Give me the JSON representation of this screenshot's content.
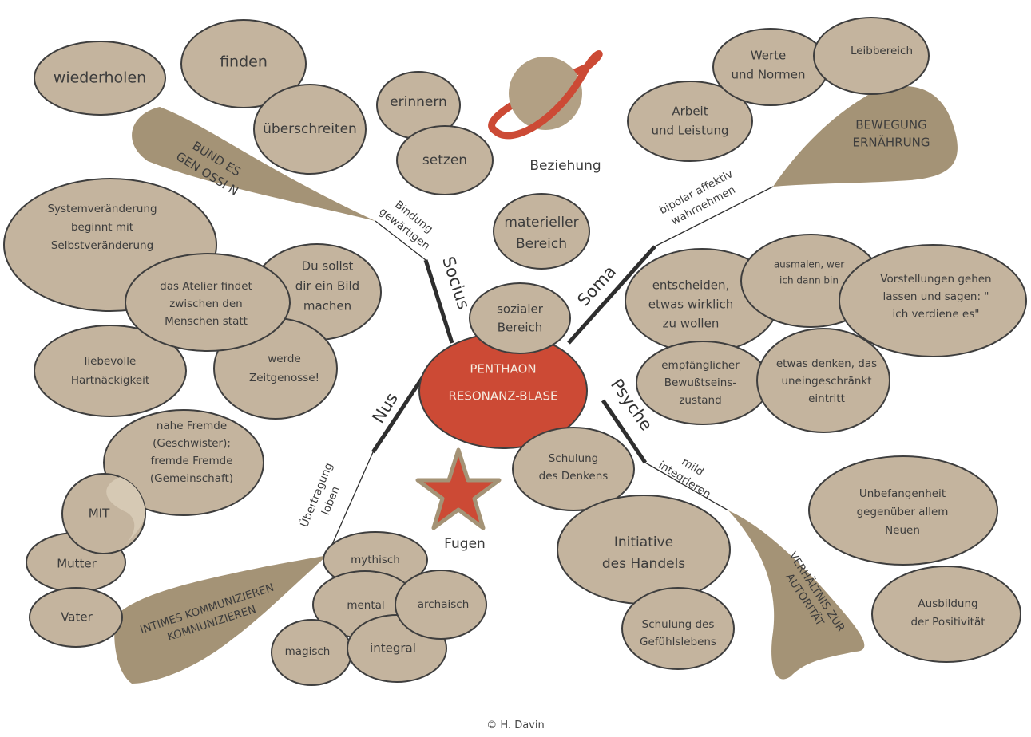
{
  "center": {
    "line1": "PENTHAON",
    "line2": "RESONANZ-BLASE"
  },
  "axes": {
    "socius": "Socius",
    "soma": "Soma",
    "psyche": "Psyche",
    "nus": "Nus"
  },
  "branch_labels": {
    "socius": [
      "Bindung",
      "gewärtigen"
    ],
    "soma": [
      "bipolar affektiv",
      "wahrnehmen"
    ],
    "psyche": [
      "mild",
      "integrieren"
    ],
    "nus": [
      "Übertragung",
      "loben"
    ]
  },
  "leaves": {
    "bund": [
      "BUND ES",
      "GEN OSSI N"
    ],
    "bewegung": [
      "BEWEGUNG",
      "ERNÄHRUNG"
    ],
    "verhaeltnis": [
      "VERHÄLTNIS ZUR",
      "AUTORITÄT"
    ],
    "intimes": [
      "INTIMES KOMMUNIZIEREN",
      "KOMMUNIZIEREN"
    ]
  },
  "symbols": {
    "planet": "Beziehung",
    "star": "Fugen"
  },
  "bubbles": {
    "wiederholen": "wiederholen",
    "finden": "finden",
    "erinnern": "erinnern",
    "ueberschreiten": "überschreiten",
    "setzen": "setzen",
    "materieller": [
      "materieller",
      "Bereich"
    ],
    "sozialer": [
      "sozialer",
      "Bereich"
    ],
    "werte": [
      "Werte",
      "und Normen"
    ],
    "leibbereich": "Leibbereich",
    "arbeit": [
      "Arbeit",
      "und Leistung"
    ],
    "system": [
      "Systemveränderung",
      "beginnt mit",
      "Selbstveränderung"
    ],
    "atelier": [
      "das Atelier findet",
      "zwischen den",
      "Menschen statt"
    ],
    "dusollst": [
      "Du sollst",
      "dir ein Bild",
      "machen"
    ],
    "liebevolle": [
      "liebevolle",
      "Hartnäckigkeit"
    ],
    "werde": [
      "werde",
      "Zeitgenosse!"
    ],
    "nahe": [
      "nahe Fremde",
      "(Geschwister);",
      "fremde Fremde",
      "(Gemeinschaft)"
    ],
    "mit": "MIT",
    "mutter": "Mutter",
    "vater": "Vater",
    "entscheiden": [
      "entscheiden,",
      "etwas wirklich",
      "zu wollen"
    ],
    "ausmalen": [
      "ausmalen, wer",
      "ich dann bin"
    ],
    "vorstellungen": [
      "Vorstellungen gehen",
      "lassen und sagen: \"",
      "ich verdiene es\""
    ],
    "empfaenglich": [
      "empfänglicher",
      "Bewußtseins-",
      "zustand"
    ],
    "denken": [
      "etwas denken, das",
      "uneingeschränkt",
      "eintritt"
    ],
    "schulung_denken": [
      "Schulung",
      "des Denkens"
    ],
    "initiative": [
      "Initiative",
      "des Handels"
    ],
    "schulung_gefuehl": [
      "Schulung des",
      "Gefühlslebens"
    ],
    "unbefangenheit": [
      "Unbefangenheit",
      "gegenüber allem",
      "Neuen"
    ],
    "ausbildung": [
      "Ausbildung",
      "der Positivität"
    ],
    "mythisch": "mythisch",
    "mental": "mental",
    "archaisch": "archaisch",
    "magisch": "magisch",
    "integral": "integral"
  },
  "copyright": "© H. Davin",
  "colors": {
    "bubble_fill": "#c4b49e",
    "leaf_fill": "#a49376",
    "center_fill": "#cc4a35",
    "planet_ring": "#cc4a35",
    "outline": "#3e3e3e"
  }
}
